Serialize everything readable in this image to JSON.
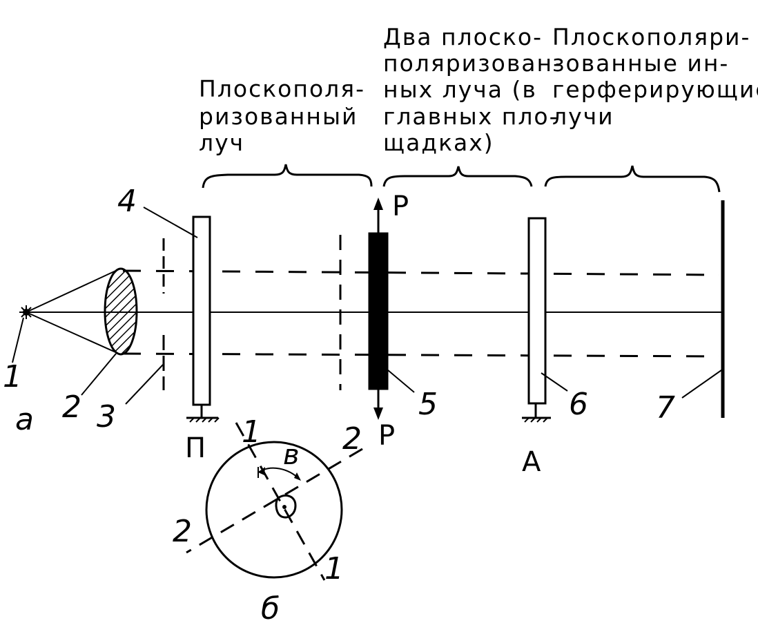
{
  "captions": {
    "plane_polarized": [
      "Плоскополя-",
      "ризованный",
      "луч"
    ],
    "two_plane_polarized": [
      "Два плоско-",
      "поляризован-",
      "ных луча (в",
      "главных пло-",
      "щадках)"
    ],
    "interfering": [
      "Плоскополяри-",
      "зованные ин-",
      "герферирующие",
      "лучи"
    ]
  },
  "labels": {
    "n1": "1",
    "n2": "2",
    "n3": "3",
    "n4": "4",
    "n5": "5",
    "n6": "6",
    "n7": "7",
    "a": "а",
    "b": "б",
    "P_top": "Р",
    "P_bottom": "Р",
    "polarizer": "П",
    "analyzer": "А",
    "circle_1_top": "1",
    "circle_2_right": "2",
    "circle_2_left": "2",
    "circle_1_bottom": "1",
    "angle": "в"
  },
  "colors": {
    "ink": "#000000",
    "paper": "#ffffff"
  }
}
